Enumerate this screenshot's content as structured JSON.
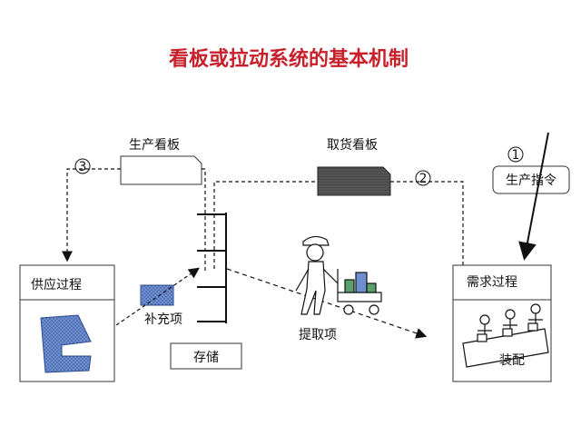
{
  "title": "看板或拉动系统的基本机制",
  "production_kanban": "生产看板",
  "withdrawal_kanban": "取货看板",
  "production_order": "生产指令",
  "supply_process": "供应过程",
  "demand_process": "需求过程",
  "replenish_item": "补充项",
  "pickup_item": "提取项",
  "storage": "存储",
  "assembly": "装配",
  "markers": {
    "one": "①",
    "two": "②",
    "three": "③"
  },
  "colors": {
    "title": "#c8202a",
    "blue_fill": "#6f8fd0",
    "dark_card": "#4a4a4a"
  }
}
